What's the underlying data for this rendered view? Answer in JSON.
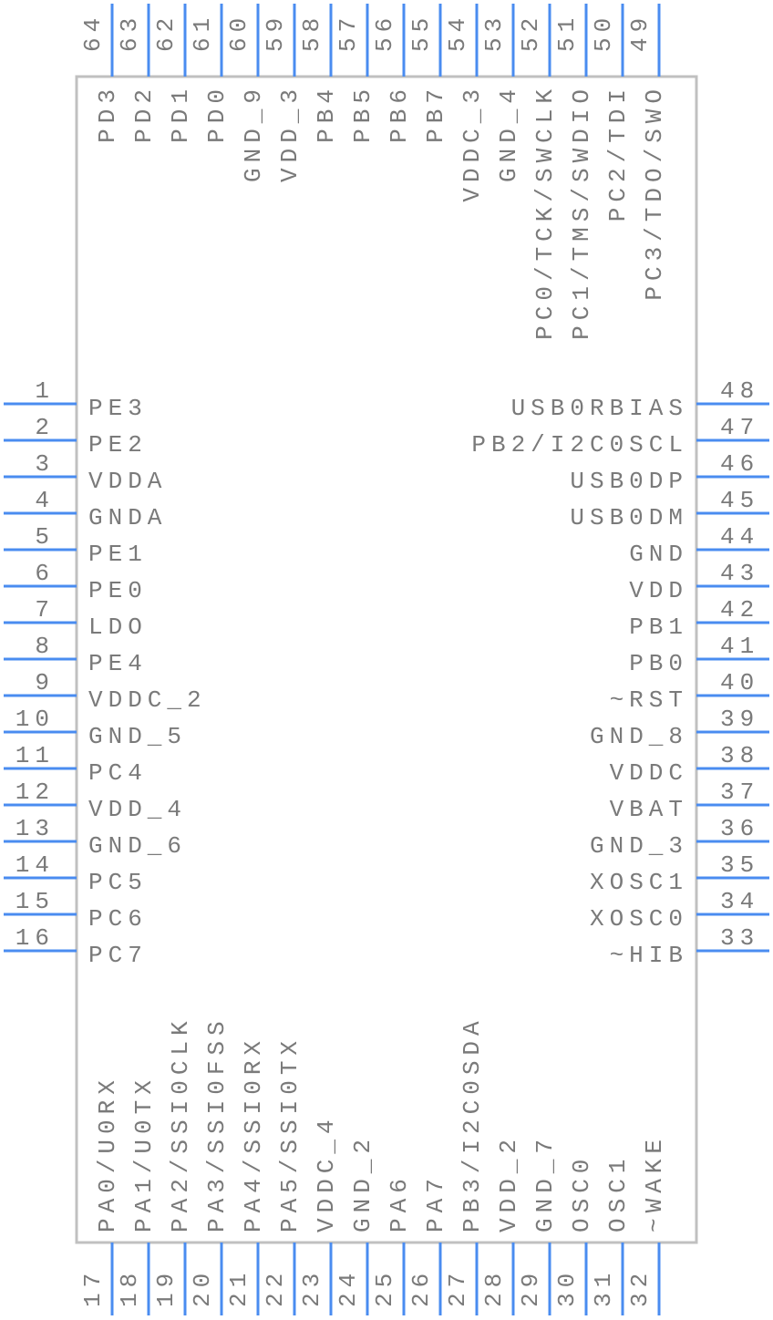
{
  "component": {
    "left_pins": [
      {
        "num": "1",
        "name": "PE3"
      },
      {
        "num": "2",
        "name": "PE2"
      },
      {
        "num": "3",
        "name": "VDDA"
      },
      {
        "num": "4",
        "name": "GNDA"
      },
      {
        "num": "5",
        "name": "PE1"
      },
      {
        "num": "6",
        "name": "PE0"
      },
      {
        "num": "7",
        "name": "LDO"
      },
      {
        "num": "8",
        "name": "PE4"
      },
      {
        "num": "9",
        "name": "VDDC_2"
      },
      {
        "num": "10",
        "name": "GND_5"
      },
      {
        "num": "11",
        "name": "PC4"
      },
      {
        "num": "12",
        "name": "VDD_4"
      },
      {
        "num": "13",
        "name": "GND_6"
      },
      {
        "num": "14",
        "name": "PC5"
      },
      {
        "num": "15",
        "name": "PC6"
      },
      {
        "num": "16",
        "name": "PC7"
      }
    ],
    "bottom_pins": [
      {
        "num": "17",
        "name": "PA0/U0RX"
      },
      {
        "num": "18",
        "name": "PA1/U0TX"
      },
      {
        "num": "19",
        "name": "PA2/SSI0CLK"
      },
      {
        "num": "20",
        "name": "PA3/SSI0FSS"
      },
      {
        "num": "21",
        "name": "PA4/SSI0RX"
      },
      {
        "num": "22",
        "name": "PA5/SSI0TX"
      },
      {
        "num": "23",
        "name": "VDDC_4"
      },
      {
        "num": "24",
        "name": "GND_2"
      },
      {
        "num": "25",
        "name": "PA6"
      },
      {
        "num": "26",
        "name": "PA7"
      },
      {
        "num": "27",
        "name": "PB3/I2C0SDA"
      },
      {
        "num": "28",
        "name": "VDD_2"
      },
      {
        "num": "29",
        "name": "GND_7"
      },
      {
        "num": "30",
        "name": "OSC0"
      },
      {
        "num": "31",
        "name": "OSC1"
      },
      {
        "num": "32",
        "name": "~WAKE"
      }
    ],
    "right_pins": [
      {
        "num": "48",
        "name": "USB0RBIAS"
      },
      {
        "num": "47",
        "name": "PB2/I2C0SCL"
      },
      {
        "num": "46",
        "name": "USB0DP"
      },
      {
        "num": "45",
        "name": "USB0DM"
      },
      {
        "num": "44",
        "name": "GND"
      },
      {
        "num": "43",
        "name": "VDD"
      },
      {
        "num": "42",
        "name": "PB1"
      },
      {
        "num": "41",
        "name": "PB0"
      },
      {
        "num": "40",
        "name": "~RST"
      },
      {
        "num": "39",
        "name": "GND_8"
      },
      {
        "num": "38",
        "name": "VDDC"
      },
      {
        "num": "37",
        "name": "VBAT"
      },
      {
        "num": "36",
        "name": "GND_3"
      },
      {
        "num": "35",
        "name": "XOSC1"
      },
      {
        "num": "34",
        "name": "XOSC0"
      },
      {
        "num": "33",
        "name": "~HIB"
      }
    ],
    "top_pins": [
      {
        "num": "64",
        "name": "PD3"
      },
      {
        "num": "63",
        "name": "PD2"
      },
      {
        "num": "62",
        "name": "PD1"
      },
      {
        "num": "61",
        "name": "PD0"
      },
      {
        "num": "60",
        "name": "GND_9"
      },
      {
        "num": "59",
        "name": "VDD_3"
      },
      {
        "num": "58",
        "name": "PB4"
      },
      {
        "num": "57",
        "name": "PB5"
      },
      {
        "num": "56",
        "name": "PB6"
      },
      {
        "num": "55",
        "name": "PB7"
      },
      {
        "num": "54",
        "name": "VDDC_3"
      },
      {
        "num": "53",
        "name": "GND_4"
      },
      {
        "num": "52",
        "name": "PC0/TCK/SWCLK"
      },
      {
        "num": "51",
        "name": "PC1/TMS/SWDIO"
      },
      {
        "num": "50",
        "name": "PC2/TDI"
      },
      {
        "num": "49",
        "name": "PC3/TDO/SWO"
      }
    ]
  },
  "colors": {
    "pin": "#4a8cf0",
    "body_outline": "#c0c0c0",
    "text": "#7a7a7a"
  }
}
